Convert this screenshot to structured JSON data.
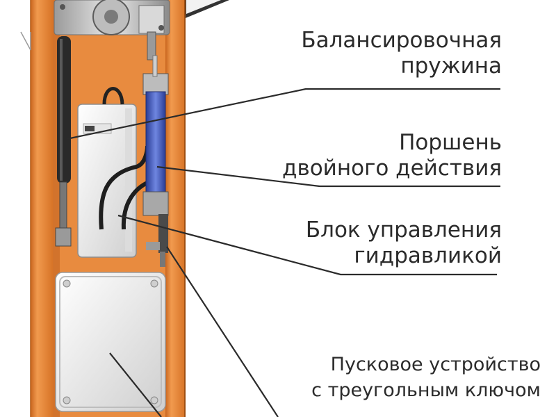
{
  "labels": {
    "spring": {
      "line1": "Балансировочная",
      "line2": "пружина"
    },
    "piston": {
      "line1": "Поршень",
      "line2": "двойного действия"
    },
    "control": {
      "line1": "Блок управления",
      "line2": "гидравликой"
    },
    "release": {
      "line1": "Пусковое устройство",
      "line2": "с треугольным ключом"
    }
  },
  "colors": {
    "housing": "#e98a3c",
    "housing_dark": "#b85a18",
    "cabinet_interior": "#f0a566",
    "hydraulic_cylinder": "#3f56b8",
    "leader_lines": "#2b2b2b"
  }
}
